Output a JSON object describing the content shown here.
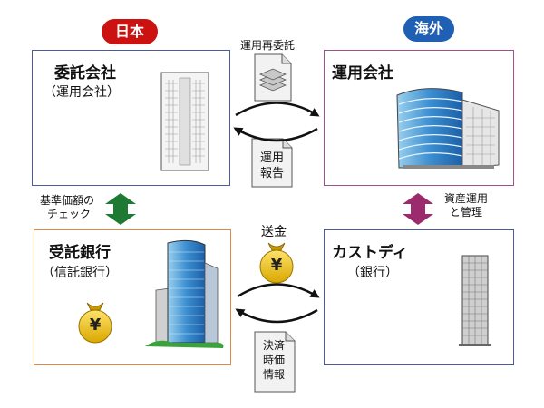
{
  "labels": {
    "japan": "日本",
    "overseas": "海外"
  },
  "boxes": {
    "trustor": {
      "title": "委託会社",
      "subtitle": "（運用会社）"
    },
    "manager": {
      "title": "運用会社"
    },
    "trustee": {
      "title": "受託銀行",
      "subtitle": "（信託銀行）"
    },
    "custodian": {
      "title": "カストディ",
      "subtitle": "（銀行）"
    }
  },
  "flows": {
    "re_delegation": "運用再委託",
    "report": [
      "運用",
      "報告"
    ],
    "nav_check": [
      "基準価額の",
      "チェック"
    ],
    "asset_mgmt": [
      "資産運用",
      "と管理"
    ],
    "remit": "送金",
    "settlement": [
      "決済",
      "時価",
      "情報"
    ]
  },
  "icons": {
    "yen_symbol": "¥"
  },
  "colors": {
    "japan_pill": "#cc1111",
    "overseas_pill": "#1f5fb4",
    "trustor_border": "#4a5a9c",
    "manager_border": "#a0508f",
    "trustee_border": "#e08a4a",
    "custodian_border": "#4a5a9c",
    "green_arrow": "#1e7a32",
    "purple_arrow": "#9c2b6e",
    "coin": "#e6b800"
  }
}
